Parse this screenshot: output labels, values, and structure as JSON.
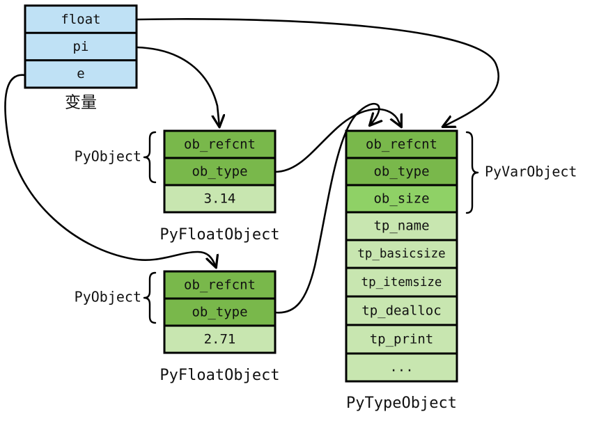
{
  "diagram": {
    "title_present": false,
    "colors": {
      "variable_fill": "#BFE1F5",
      "header_dark_green": "#79B84B",
      "medium_green": "#8FD166",
      "light_green": "#C8E6B0",
      "stroke": "#000000",
      "text": "#111111",
      "background": "#FFFFFF"
    },
    "variables_box": {
      "caption": "变量",
      "rows": [
        {
          "label": "float"
        },
        {
          "label": "pi"
        },
        {
          "label": "e"
        }
      ]
    },
    "float_object_1": {
      "caption": "PyFloatObject",
      "group_label": "PyObject",
      "rows": [
        {
          "label": "ob_refcnt",
          "tone": "dark"
        },
        {
          "label": "ob_type",
          "tone": "dark"
        },
        {
          "label": "3.14",
          "tone": "light"
        }
      ]
    },
    "float_object_2": {
      "caption": "PyFloatObject",
      "group_label": "PyObject",
      "rows": [
        {
          "label": "ob_refcnt",
          "tone": "dark"
        },
        {
          "label": "ob_type",
          "tone": "dark"
        },
        {
          "label": "2.71",
          "tone": "light"
        }
      ]
    },
    "type_object": {
      "caption": "PyTypeObject",
      "group_label": "PyVarObject",
      "rows": [
        {
          "label": "ob_refcnt",
          "tone": "dark"
        },
        {
          "label": "ob_type",
          "tone": "dark"
        },
        {
          "label": "ob_size",
          "tone": "medium"
        },
        {
          "label": "tp_name",
          "tone": "light"
        },
        {
          "label": "tp_basicsize",
          "tone": "light"
        },
        {
          "label": "tp_itemsize",
          "tone": "light"
        },
        {
          "label": "tp_dealloc",
          "tone": "light"
        },
        {
          "label": "tp_print",
          "tone": "light"
        },
        {
          "label": "...",
          "tone": "light"
        }
      ]
    },
    "edges": [
      {
        "name": "float-to-typeobject",
        "from": "variables_box.rows.0",
        "to": "type_object.rows.0"
      },
      {
        "name": "pi-to-floatobject1",
        "from": "variables_box.rows.1",
        "to": "float_object_1.rows.0"
      },
      {
        "name": "e-to-floatobject2",
        "from": "variables_box.rows.2",
        "to": "float_object_2.rows.0"
      },
      {
        "name": "floatobject1-obtype-to-typeobject",
        "from": "float_object_1.rows.1",
        "to": "type_object.rows.0"
      },
      {
        "name": "floatobject2-obtype-to-typeobject",
        "from": "float_object_2.rows.1",
        "to": "type_object.rows.0"
      }
    ]
  }
}
